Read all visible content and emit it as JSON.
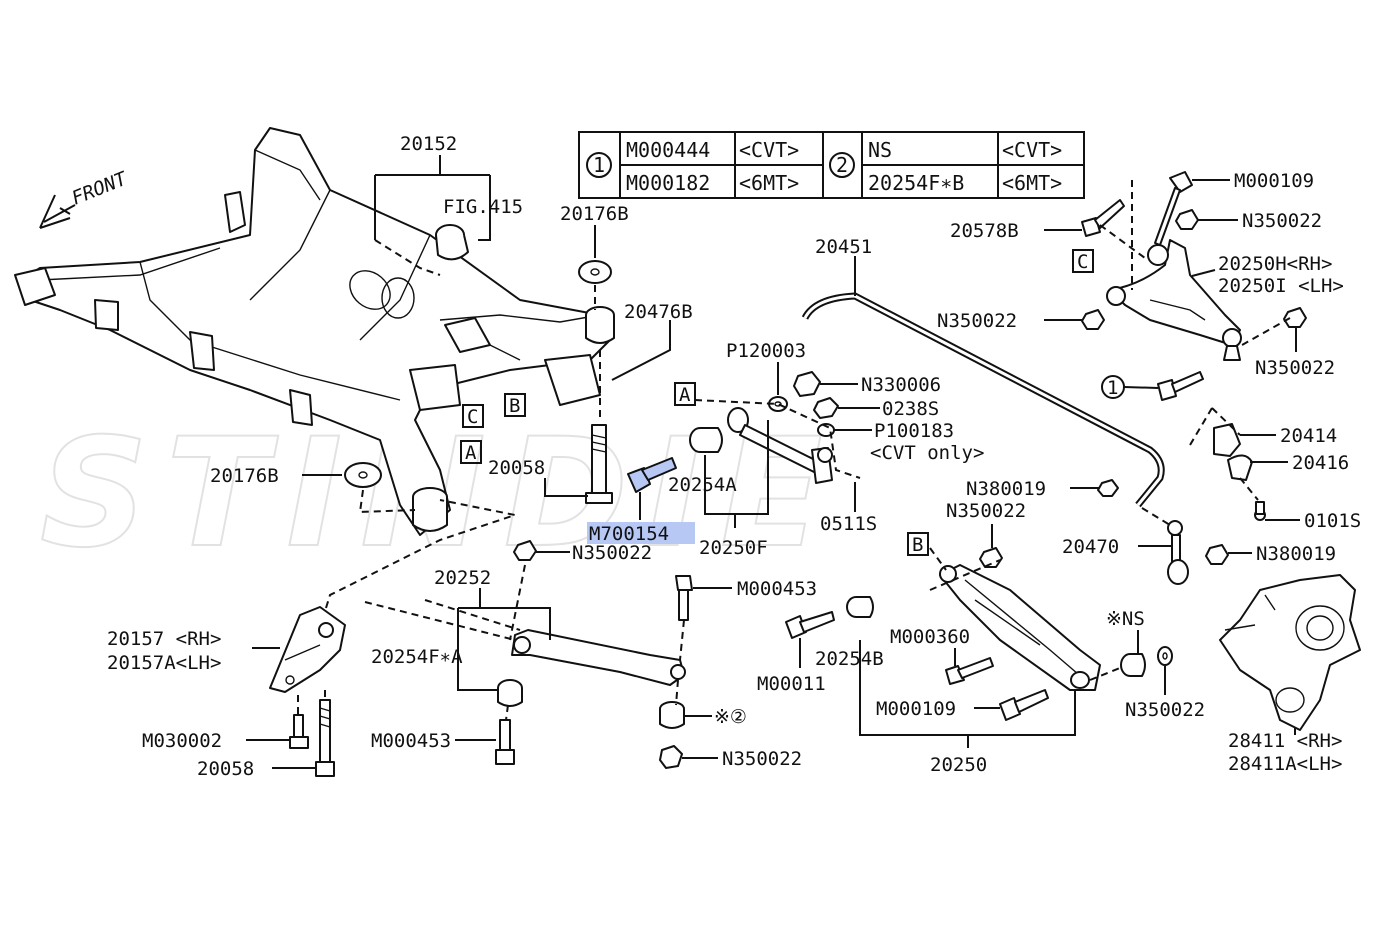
{
  "watermark": "STINDIE",
  "front_label": "FRONT",
  "table": {
    "group1_symbol": "1",
    "group2_symbol": "2",
    "rows": [
      {
        "c1": "M000444",
        "c2": "<CVT>",
        "c3": "NS",
        "c4": "<CVT>"
      },
      {
        "c1": "M000182",
        "c2": "<6MT>",
        "c3": "20254F∗B",
        "c4": "<6MT>"
      }
    ]
  },
  "labels": {
    "p20152": "20152",
    "fig415": "FIG.415",
    "p20176b_top": "20176B",
    "p20476b": "20476B",
    "p20451": "20451",
    "p120003": "P120003",
    "n330006": "N330006",
    "s0238": "0238S",
    "p100183": "P100183",
    "cvt_only": "<CVT only>",
    "s0511": "0511S",
    "p20058_mid": "20058",
    "m700154": "M700154",
    "p20254a": "20254A",
    "p20250f": "20250F",
    "p20176b_left": "20176B",
    "n350022_mid": "N350022",
    "p20252": "20252",
    "p20254f_a": "20254F∗A",
    "m000453_top": "M000453",
    "m000453_bot": "M000453",
    "mark2": "※②",
    "n350022_lowmid": "N350022",
    "p20157_rh": "20157 <RH>",
    "p20157a_lh": "20157A<LH>",
    "m030002": "M030002",
    "p20058_bot": "20058",
    "m000109_top": "M000109",
    "p20578b": "20578B",
    "n350022_r1": "N350022",
    "p20250h": "20250H<RH>",
    "p20250i": "20250I <LH>",
    "n350022_r2": "N350022",
    "n350022_r3": "N350022",
    "p20414": "20414",
    "p20416": "20416",
    "n380019_a": "N380019",
    "n350022_r4": "N350022",
    "s0101": "0101S",
    "p20470": "20470",
    "n380019_b": "N380019",
    "ns_mark": "※NS",
    "m000360": "M000360",
    "p20254b": "20254B",
    "m00011": "M00011",
    "m000109_bot": "M000109",
    "n350022_r5": "N350022",
    "p20250": "20250",
    "p28411": "28411 <RH>",
    "p28411a": "28411A<LH>"
  },
  "callouts": {
    "a": "A",
    "b": "B",
    "c": "C",
    "circ1": "1"
  }
}
